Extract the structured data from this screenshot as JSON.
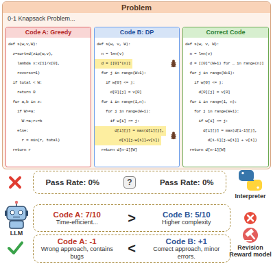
{
  "diagram": {
    "nodes": [
      {
        "text": [
          "Problem",
          "0-1 Knapsack Problem..."
        ]
      },
      {
        "text": [
          "Code A: Greedy",
          "def s(w,v,W):",
          "  z=sorted(zip(w,v),",
          "    lambda x:x[1]/x[0],",
          "    reverse=1)",
          "  if total < W:",
          "    return 0",
          "  for a,b in z:",
          "    if W>=a:",
          "      W-=a;r+=b",
          "    else:",
          "      r = min(r, total)",
          "  return r"
        ],
        "in": 0
      },
      {
        "text": [
          "Code B: DP",
          "def s(w, v, W):",
          "  n = len(v)",
          "  d = [[0]*(n)]",
          "  for j in range(W+1):",
          "    if w[0] <= j:",
          "      d[0][j] = v[0]",
          "  for i in range(1,n):",
          "    for j in range(W+1):",
          "      if w[i] <= j:",
          "        d[i][j] = max(d[i][j],",
          "          d[i][j-w[i]]+v[i])",
          "  return d[n-1][W]"
        ],
        "in": 0
      },
      {
        "text": [
          "Correct Code",
          "def s(w, v, W):",
          "  n = len(v)",
          "  d = [[0]*(W+1) for _ in range(n)]",
          "  for j in range(W+1):",
          "    if w[0] <= j:",
          "      d[0][j] = v[0]",
          "  for i in range(1, n):",
          "    for j in range(W+1):",
          "      if w[i] <= j:",
          "        d[i][j] = max(d[i-1][j],",
          "          d[i-1][j-w[i]] + v[i])",
          "  return d[n-1][W]"
        ],
        "in": 0
      },
      {
        "text": [
          "Pass Rate: 0%",
          "Pass Rate: 0%"
        ]
      },
      {
        "text": [
          "?"
        ],
        "in": 4
      },
      {
        "text": [
          "Code A: 7/10",
          "Time-efficient...",
          ">",
          "Code B: 5/10",
          "Higher complexity"
        ]
      },
      {
        "text": [
          "Code A: -1",
          "Wrong approach, contains bugs",
          "<",
          "Code B: +1",
          "Correct approach, minor errors."
        ]
      }
    ],
    "labels": [
      "LLM",
      "Interpreter",
      "Revision Reward model"
    ]
  }
}
